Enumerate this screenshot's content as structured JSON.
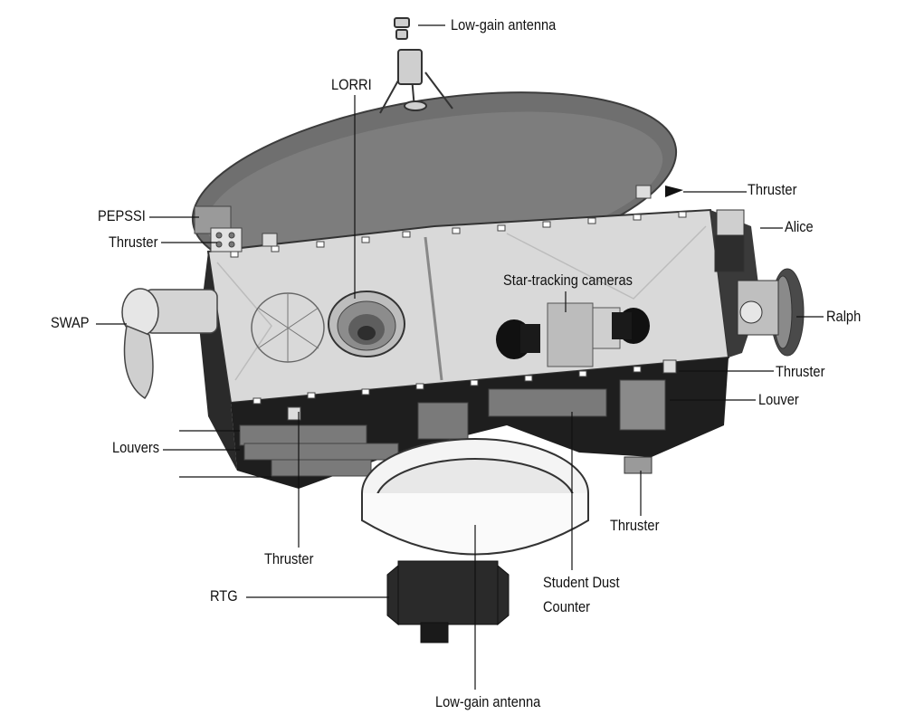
{
  "diagram": {
    "labels": {
      "low_gain_top": "Low-gain antenna",
      "lorri": "LORRI",
      "thruster_top_right": "Thruster",
      "pepssi": "PEPSSI",
      "alice": "Alice",
      "thruster_left": "Thruster",
      "star_tracking": "Star-tracking cameras",
      "swap": "SWAP",
      "ralph": "Ralph",
      "thruster_right": "Thruster",
      "louver": "Louver",
      "louvers": "Louvers",
      "thruster_lower_right": "Thruster",
      "thruster_bottom": "Thruster",
      "student_dust_counter_line1": "Student Dust",
      "student_dust_counter_line2": "Counter",
      "rtg": "RTG",
      "low_gain_bottom": "Low-gain antenna"
    },
    "colors": {
      "dish": "#6f6f6f",
      "dish_rim": "#4a4a4a",
      "body_top": "#d9d9d9",
      "body_side": "#1e1e1e",
      "leader": "#111111",
      "ring": "#f2f2f2",
      "rtg": "#2a2a2a"
    }
  }
}
